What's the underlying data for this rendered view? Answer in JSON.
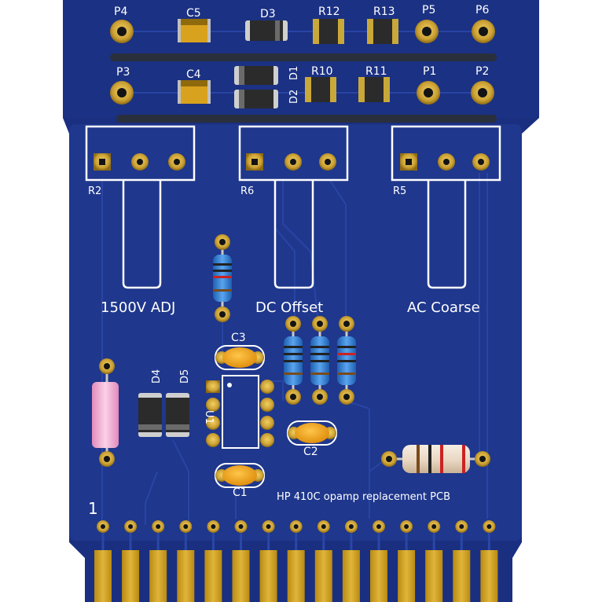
{
  "board": {
    "title_text": "HP 410C opamp replacement PCB",
    "pin_one_marker": "1",
    "colors": {
      "background": "#ffffff",
      "soldermask": "#1a2f80",
      "soldermask_dark": "#14266a",
      "trace": "#1f3a96",
      "silkscreen": "#ffffff",
      "gold": "#d4a21a",
      "gold_edge": "#9c7410",
      "smd_body": "#2b2b2b",
      "tantalum": "#d9a21e",
      "ceramic_cap": "#f0a520",
      "resistor_blue": "#2f7fd6",
      "resistor_pink": "#f2a9cf",
      "resistor_beige": "#efe1cf"
    }
  },
  "labels": {
    "P4": "P4",
    "C5": "C5",
    "D3": "D3",
    "R12": "R12",
    "R13": "R13",
    "P5": "P5",
    "P6": "P6",
    "P3": "P3",
    "C4": "C4",
    "D1": "D1",
    "D2": "D2",
    "R10": "R10",
    "R11": "R11",
    "P1": "P1",
    "P2": "P2",
    "R2": "R2",
    "R6": "R6",
    "R5": "R5",
    "pot_r2_caption": "1500V ADJ",
    "pot_r6_caption": "DC Offset",
    "pot_r5_caption": "AC Coarse",
    "C3": "C3",
    "C2": "C2",
    "C1": "C1",
    "D4": "D4",
    "D5": "D5",
    "U1": "U1"
  },
  "icons": {
    "through_hole_pad": "through-hole-pad-icon",
    "edge_finger": "gold-edge-finger-icon"
  },
  "edge_connector": {
    "finger_count": 15
  }
}
